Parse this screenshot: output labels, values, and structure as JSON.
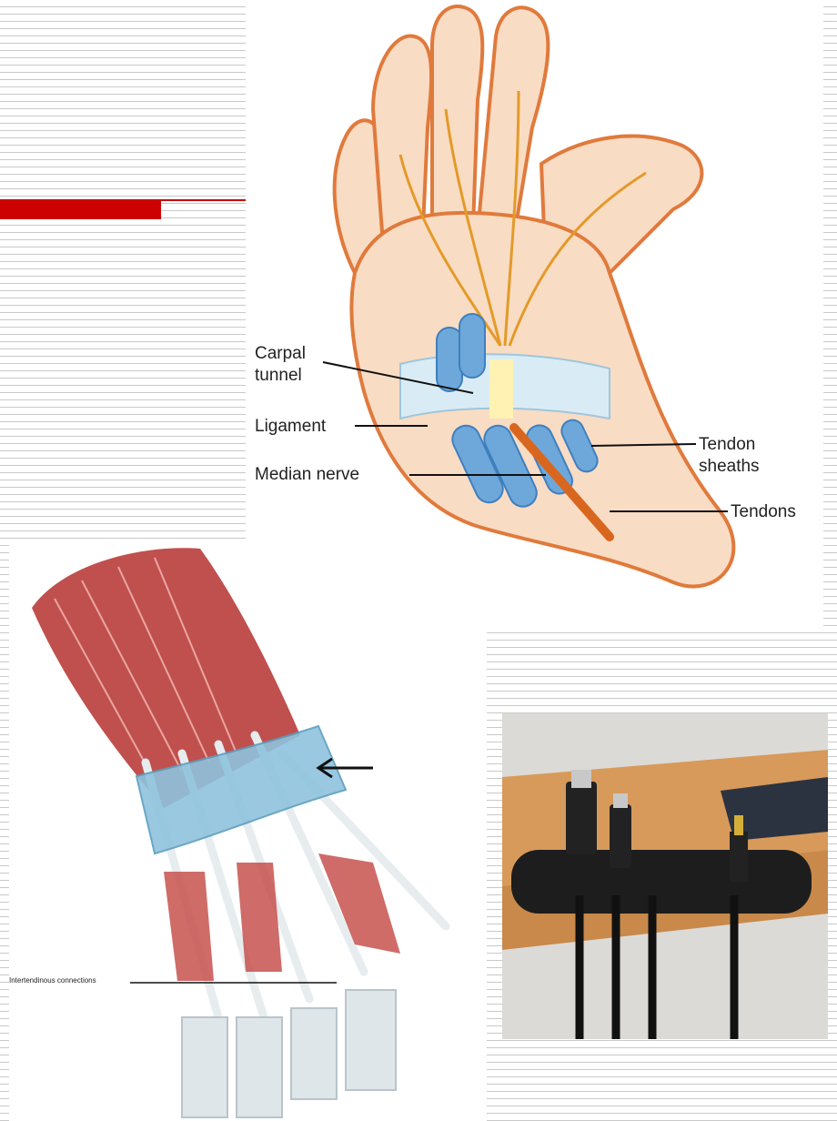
{
  "colors": {
    "accent": "#cc0000",
    "rule_lines": "#c9c9c9"
  },
  "hand_diagram": {
    "labels": {
      "carpal_tunnel_line1": "Carpal",
      "carpal_tunnel_line2": "tunnel",
      "ligament": "Ligament",
      "median_nerve": "Median nerve",
      "tendon_sheaths_line1": "Tendon",
      "tendon_sheaths_line2": "sheaths",
      "tendons": "Tendons"
    }
  },
  "dorsal_diagram": {
    "labels": {
      "intertendinous": "Intertendinous connections"
    }
  },
  "cable_photo": {}
}
